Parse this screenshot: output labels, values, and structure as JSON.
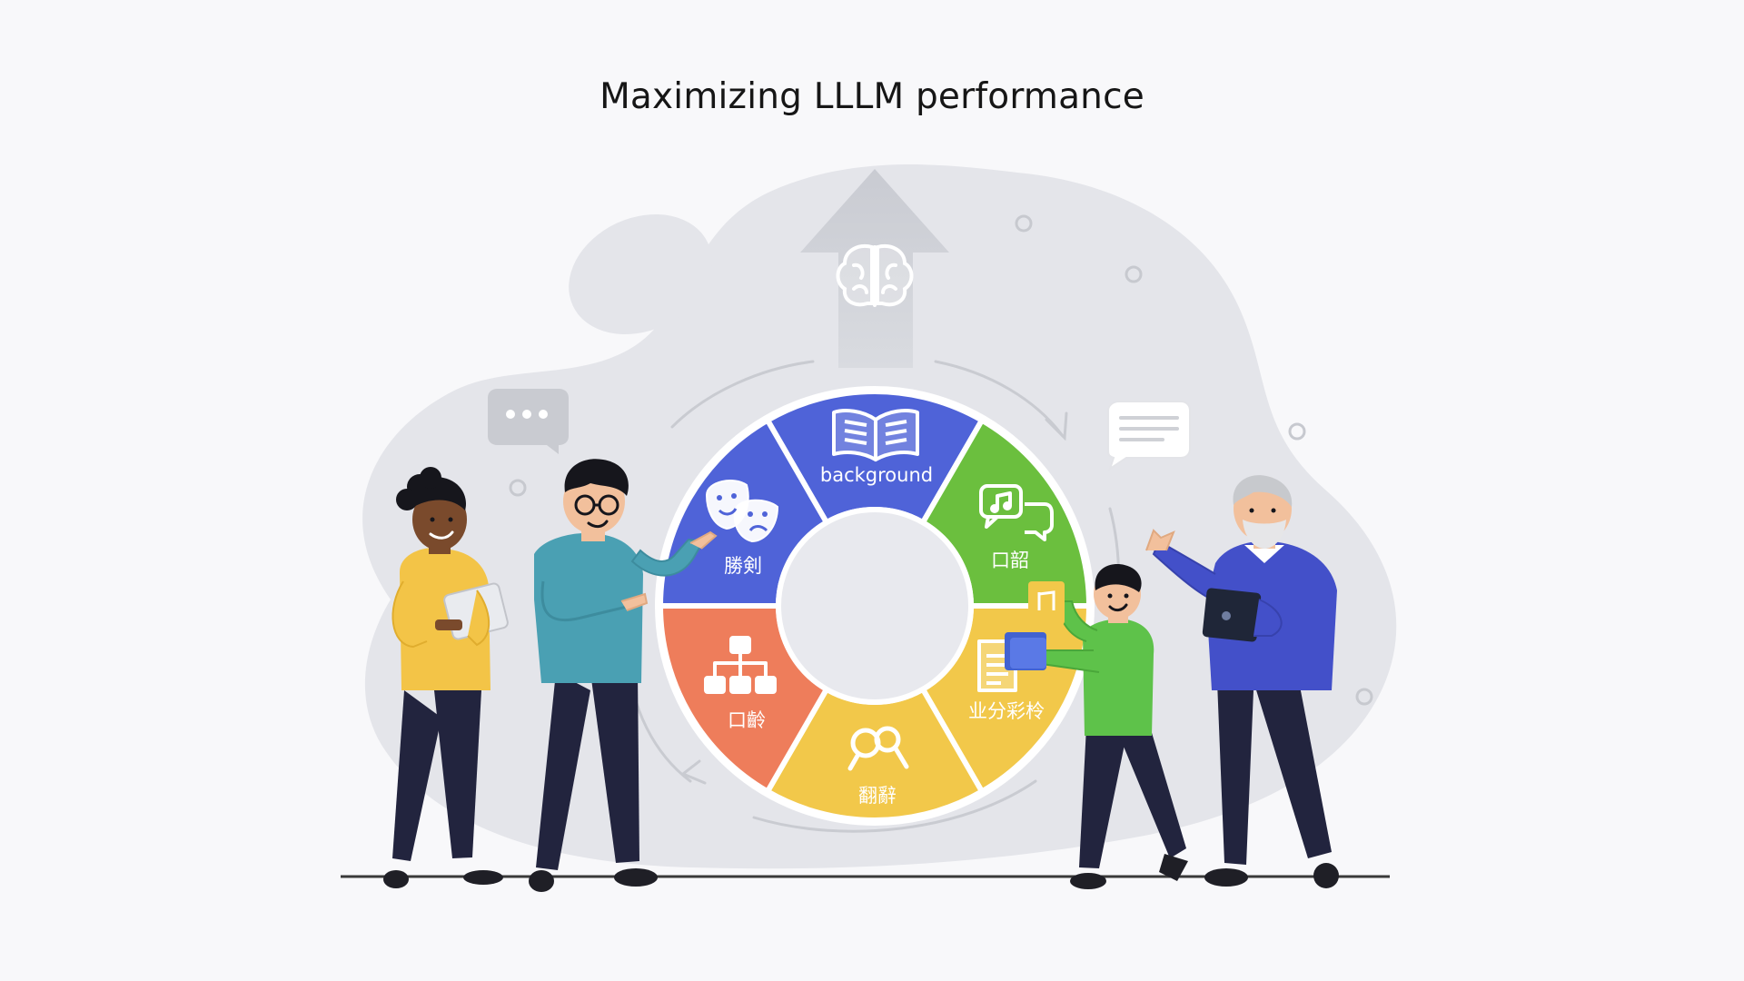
{
  "title": "Maximizing LLLM performance",
  "colors": {
    "background": "#f8f8fa",
    "blob": "#e4e5ea",
    "arrow": "#cfd1d7",
    "ring_blue": "#4f63d8",
    "ring_green": "#6bbf3e",
    "ring_yellow": "#f2c84a",
    "ring_orange": "#ee7d5b",
    "ring_center": "#e8e9ee",
    "ground_line": "#3a3a3a"
  },
  "wheel": {
    "segments": [
      {
        "label": "background",
        "icon": "book-icon",
        "color": "#4f63d8"
      },
      {
        "label": "口韶",
        "icon": "music-chat-icon",
        "color": "#6bbf3e"
      },
      {
        "label": "业分彩柃",
        "icon": "document-icon",
        "color": "#f2c84a"
      },
      {
        "label": "翻辭",
        "icon": "magnifier-icon",
        "color": "#f2c84a"
      },
      {
        "label": "口齡",
        "icon": "org-chart-icon",
        "color": "#ee7d5b"
      },
      {
        "label": "勝剣",
        "icon": "theater-masks-icon",
        "color": "#4f63d8"
      }
    ]
  },
  "decor": {
    "top_arrow_icon": "brain-icon",
    "left_bubble_icon": "speech-bubble-dots-icon",
    "right_bubble_icon": "speech-bubble-lines-icon",
    "sticky_note_icon": "music-note-icon"
  }
}
